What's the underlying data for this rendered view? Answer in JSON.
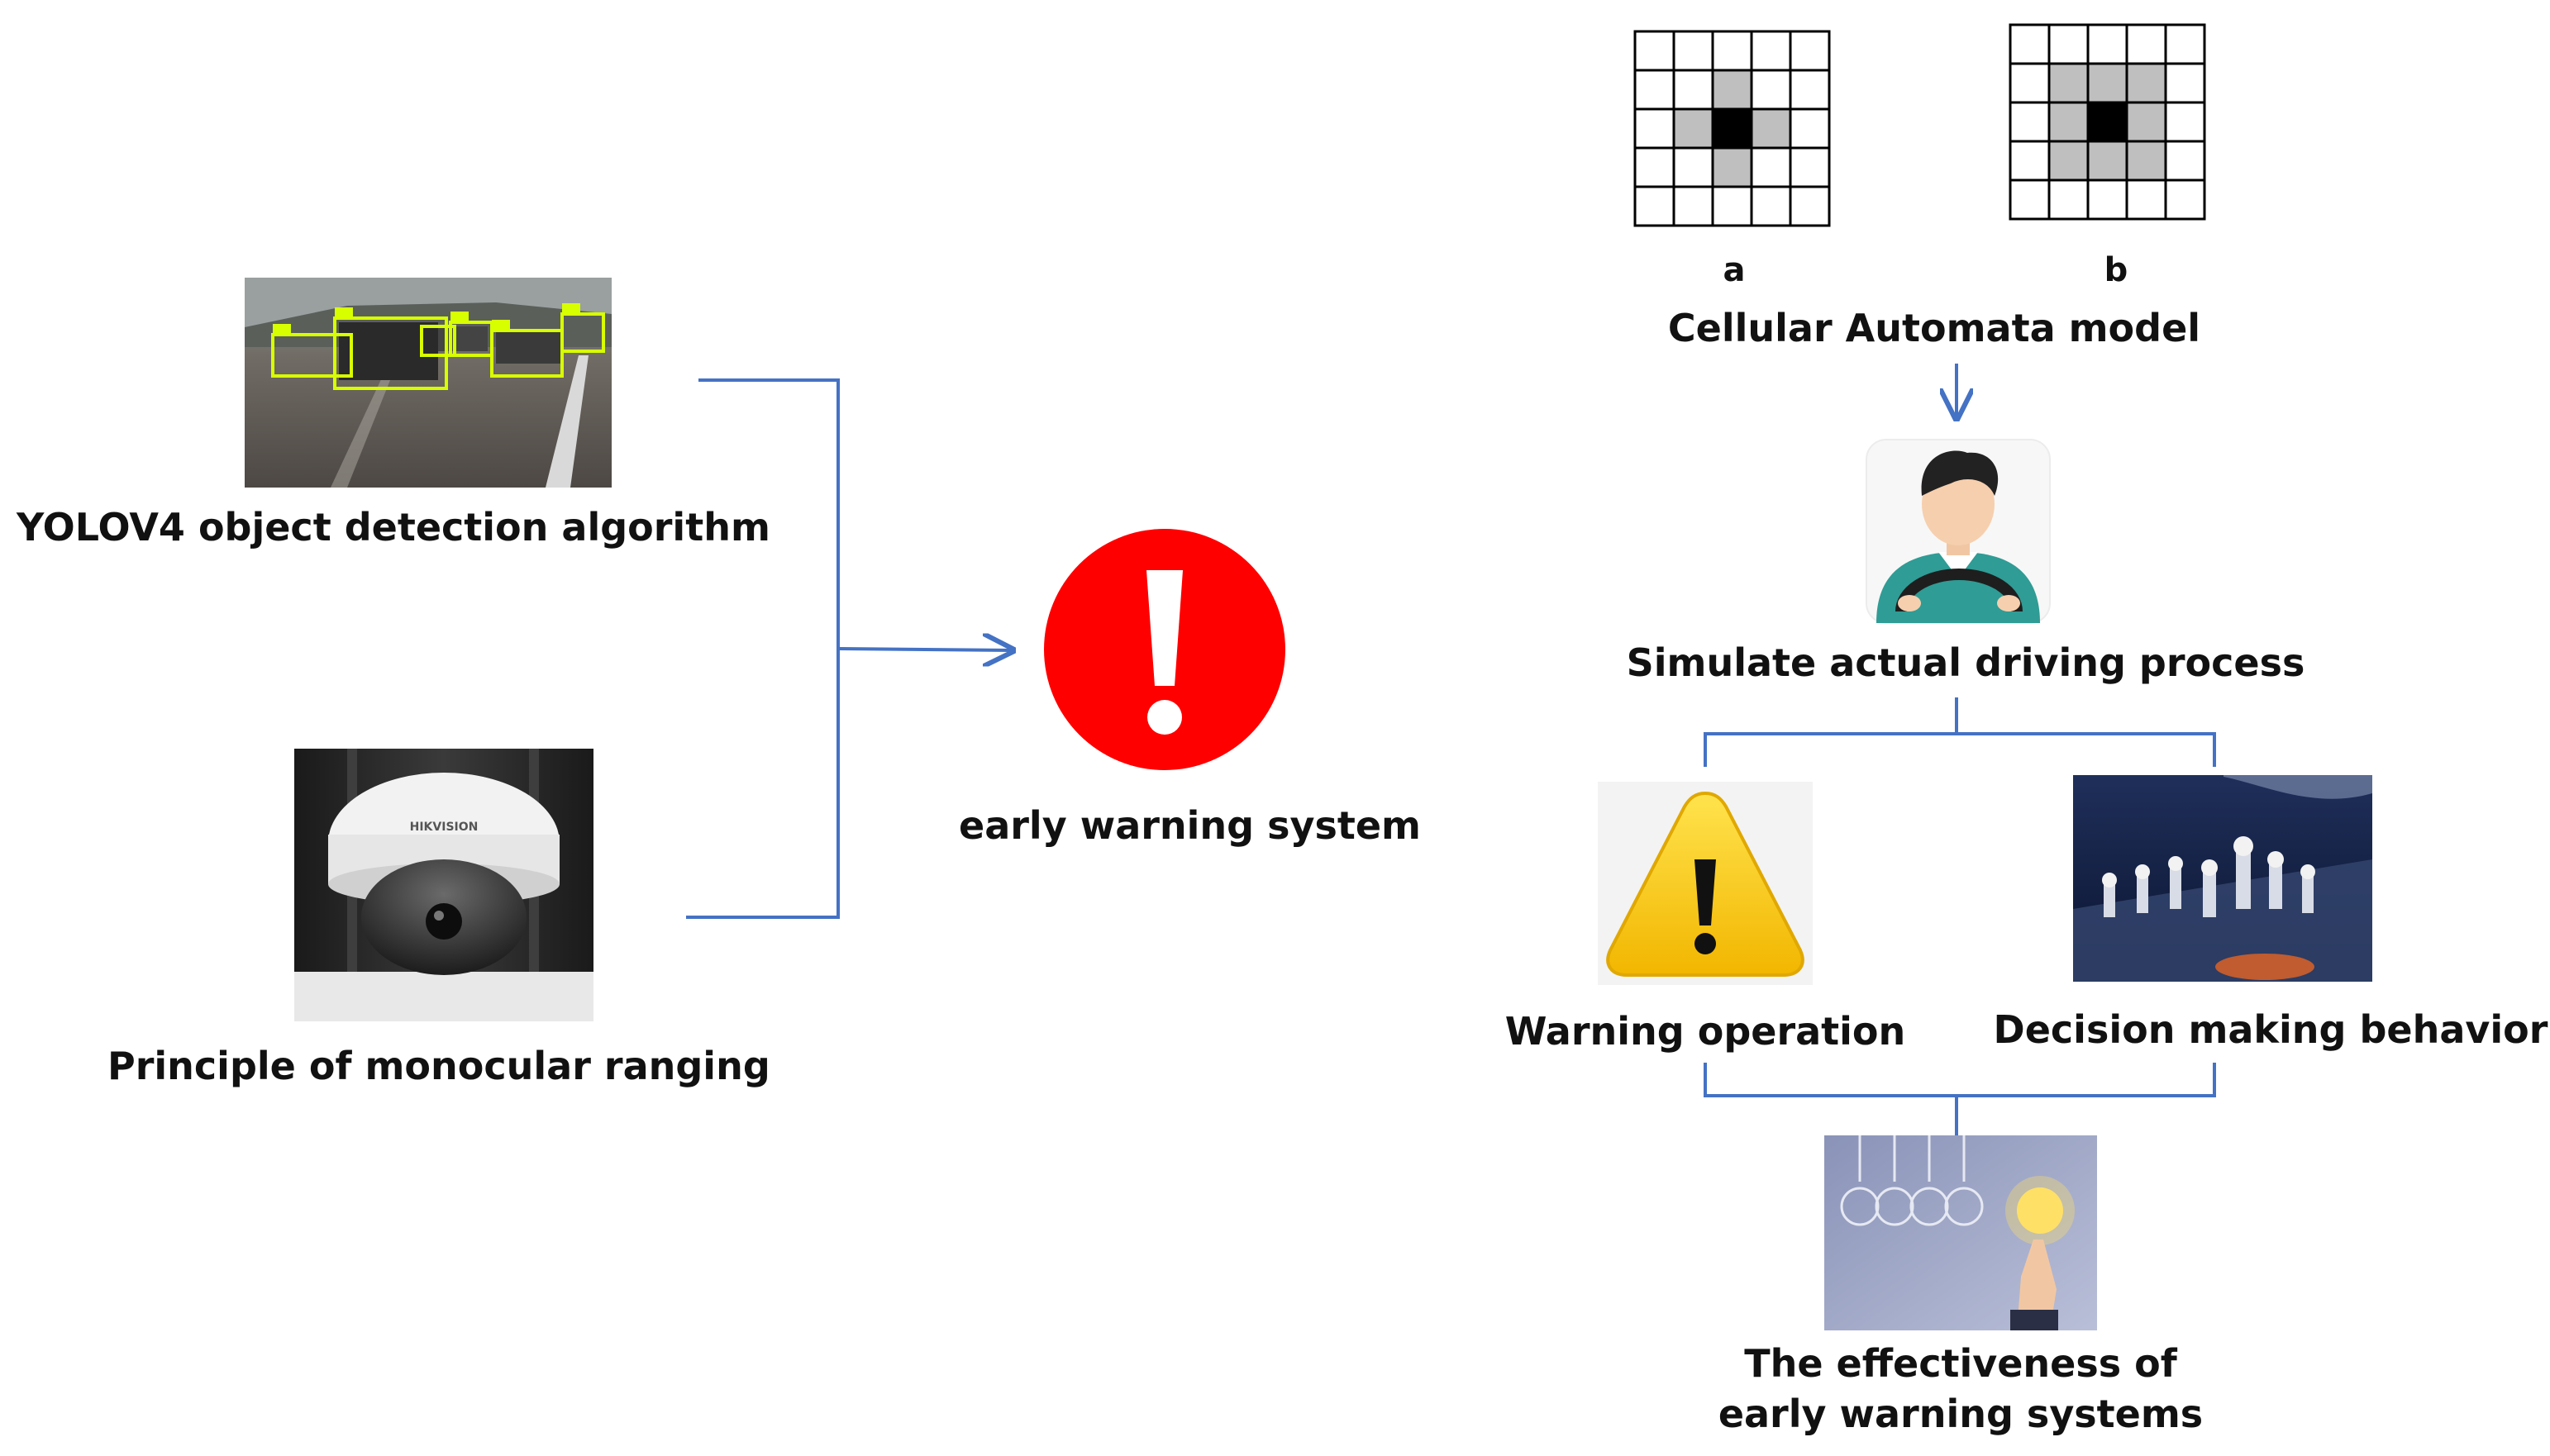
{
  "left": {
    "yolo_label": "YOLOV4 object detection algorithm",
    "ranging_label": "Principle of monocular ranging",
    "camera_brand": "HIKVISION"
  },
  "center": {
    "warning_label": "early warning system"
  },
  "right": {
    "grid_a_label": "a",
    "grid_b_label": "b",
    "ca_label": "Cellular Automata model",
    "driving_label": "Simulate actual driving process",
    "warning_operation_label": "Warning operation",
    "decision_label": "Decision making behavior",
    "effectiveness_line1": "The effectiveness of",
    "effectiveness_line2": "early warning systems"
  },
  "colors": {
    "connector": "#4472c4",
    "alert_red": "#ff0000",
    "hazard_yellow": "#f5c400",
    "detection_box": "#d8ff00",
    "grid_gray": "#bfbfbf"
  },
  "icons": [
    "detection-photo",
    "dome-camera-photo",
    "alert-circle-icon",
    "driver-icon",
    "hazard-triangle-icon",
    "chess-photo",
    "lightbulb-photo"
  ]
}
